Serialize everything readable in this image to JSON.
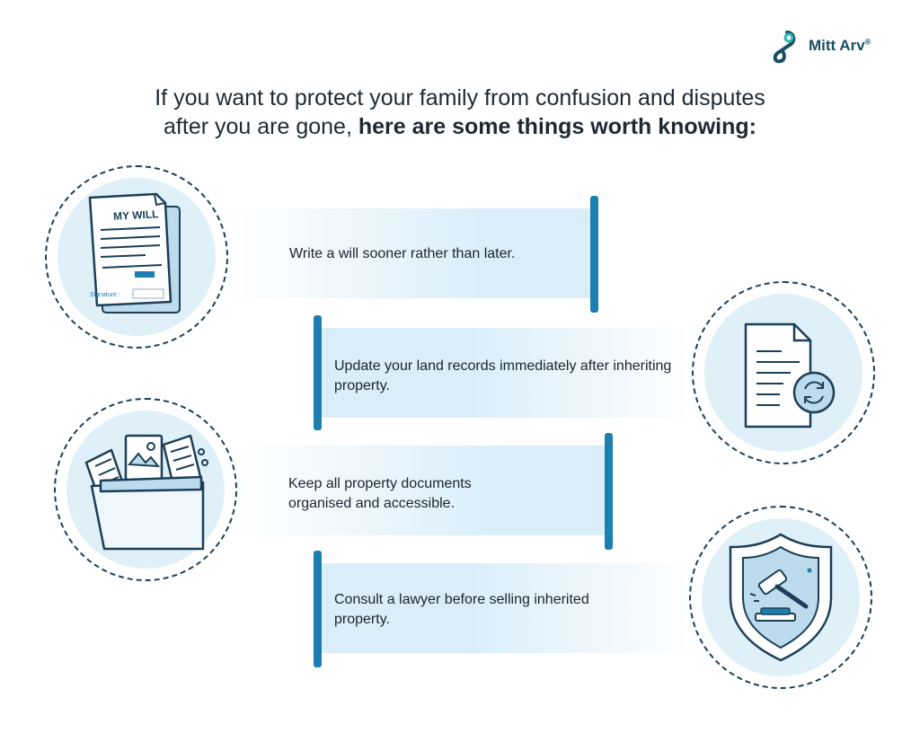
{
  "brand": {
    "name": "Mitt Arv",
    "reg": "®",
    "logo_icon": "infinity-loop-icon",
    "color": "#1a4e63"
  },
  "headline": {
    "line1": "If you want to protect your family from confusion and disputes",
    "line2_regular": "after you are gone, ",
    "line2_bold": "here are some things worth knowing:"
  },
  "items": [
    {
      "text": "Write a will sooner rather than later.",
      "icon": "will-document-icon"
    },
    {
      "text": "Update your land records immediately after inheriting property.",
      "icon": "document-sync-icon"
    },
    {
      "text": "Keep all property documents organised and accessible.",
      "icon": "document-folder-icon"
    },
    {
      "text": "Consult a lawyer before selling inherited property.",
      "icon": "legal-shield-gavel-icon"
    }
  ],
  "will_card": {
    "title": "MY WILL",
    "signature_label": "Signature :"
  },
  "colors": {
    "accent": "#1b7fb0",
    "banner_light": "#d9eef9",
    "circle_fill": "#dff0f9",
    "outline": "#1c3f57"
  }
}
